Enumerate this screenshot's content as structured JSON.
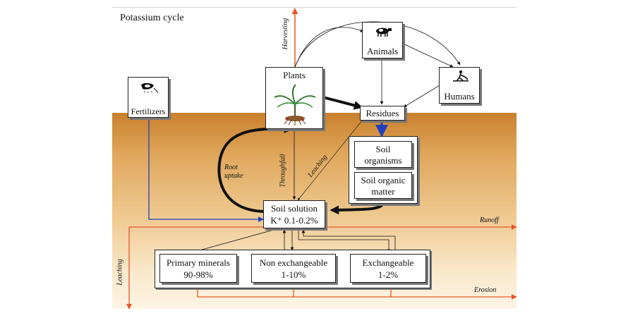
{
  "title": "Potassium cycle",
  "nodes": {
    "plants": "Plants",
    "animals": "Animals",
    "humans": "Humans",
    "fertilizers": "Fertilizers",
    "residues": "Residues",
    "soil_organisms": "Soil organisms",
    "soil_organic_matter": "Soil organic matter",
    "soil_solution_line1": "Soil solution",
    "soil_solution_line2": "K⁺ 0.1-0.2%",
    "primary_minerals_line1": "Primary minerals",
    "primary_minerals_line2": "90-98%",
    "non_exchangeable_line1": "Non exchangeable",
    "non_exchangeable_line2": "1-10%",
    "exchangeable_line1": "Exchangeable",
    "exchangeable_line2": "1-2%"
  },
  "flows": {
    "harvesting": "Harvesting",
    "root_uptake_line1": "Root",
    "root_uptake_line2": "uptake",
    "throughfall": "Throughfall",
    "leaching_upper": "Leaching",
    "runoff": "Runoff",
    "leaching_left": "Leaching",
    "erosion": "Erosion"
  },
  "colors": {
    "orange_flow": "#e8552a",
    "blue_flow": "#1f3fbf",
    "soil_top": "#c9802c",
    "soil_bottom": "#fdf4e4"
  },
  "icons": [
    "plant-icon",
    "cow-icon",
    "human-icon",
    "fertilizer-icon"
  ]
}
